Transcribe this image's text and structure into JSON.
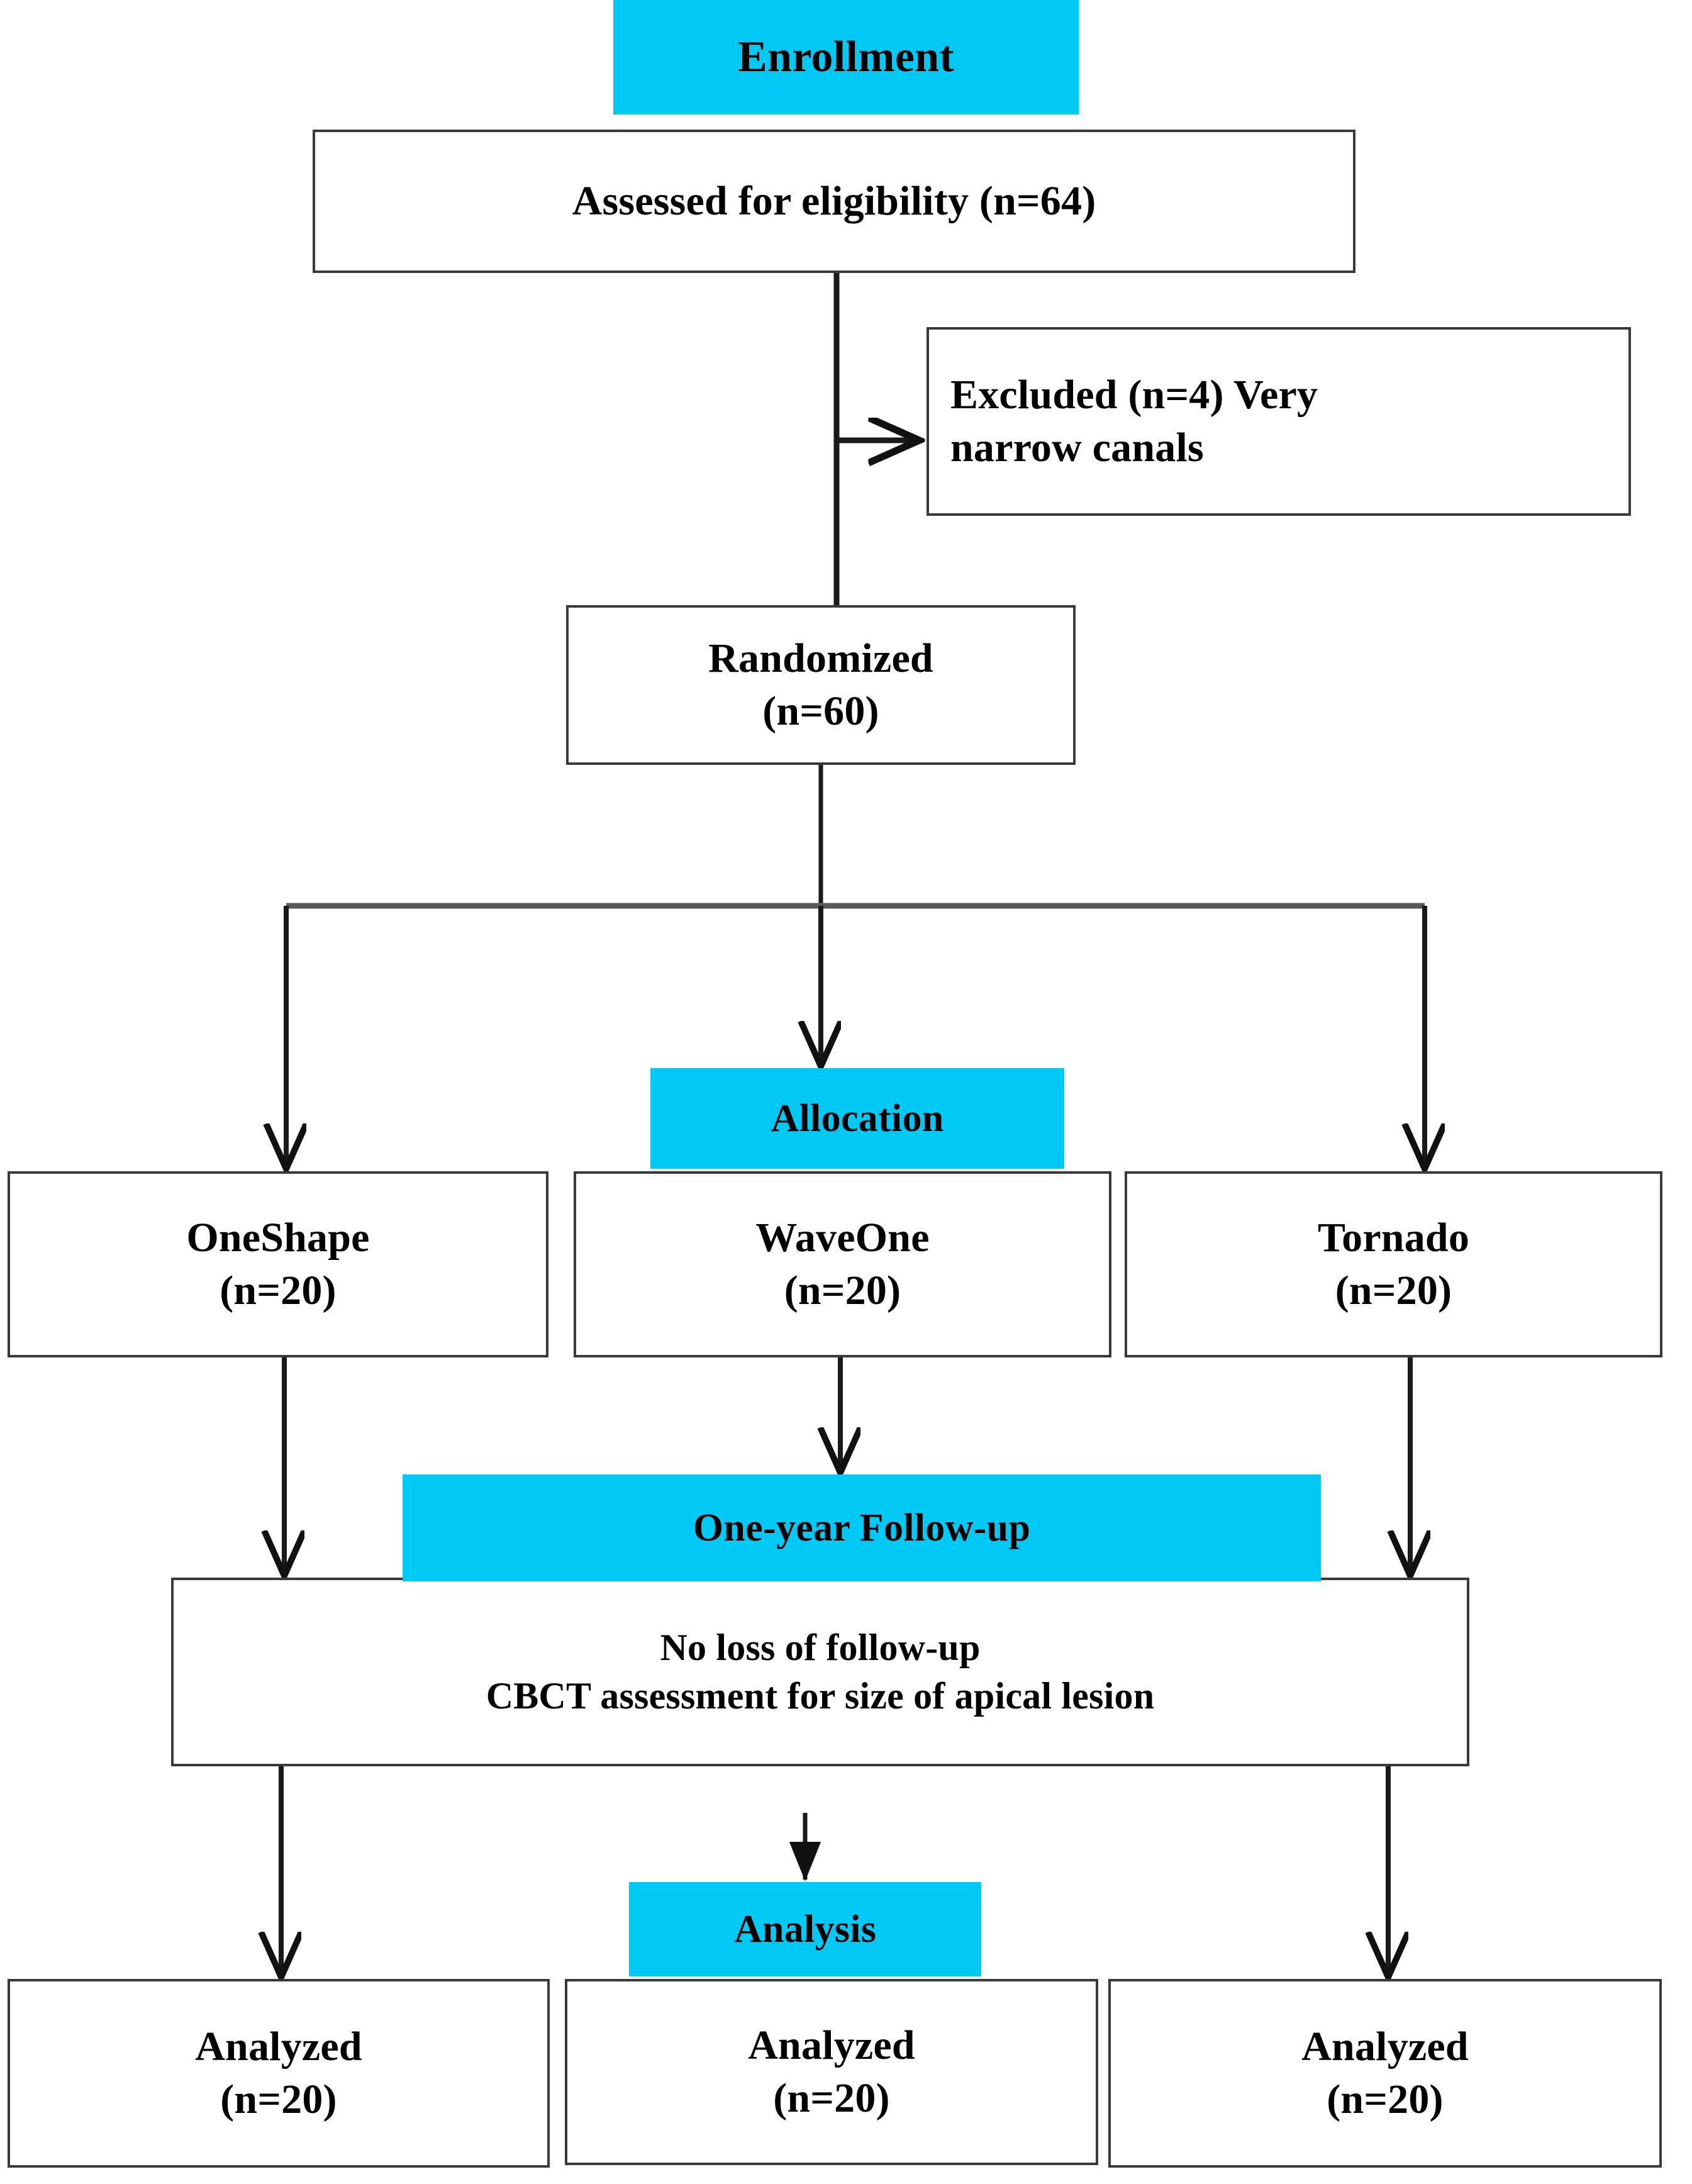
{
  "diagram": {
    "title": "CONSORT participant flow diagram",
    "accent_color": "#00c9f5",
    "box_border_color": "#3a3a3a",
    "text_color": "#000000",
    "background_color": "#ffffff"
  },
  "stages": {
    "enrollment": "Enrollment",
    "allocation": "Allocation",
    "followup": "One-year Follow-up",
    "analysis": "Analysis"
  },
  "nodes": {
    "assessed": {
      "line1": "Assessed for eligibility (n=64)"
    },
    "excluded": {
      "line1": "Excluded (n=4) Very",
      "line2": "narrow canals"
    },
    "randomized": {
      "line1": "Randomized",
      "line2": "(n=60)"
    },
    "oneshape": {
      "line1": "OneShape",
      "line2": "(n=20)"
    },
    "waveone": {
      "line1": "WaveOne",
      "line2": "(n=20)"
    },
    "tornado": {
      "line1": "Tornado",
      "line2": "(n=20)"
    },
    "followup": {
      "line1": "No loss of follow-up",
      "line2": "CBCT assessment for size of apical lesion"
    },
    "analyzed_left": {
      "line1": "Analyzed",
      "line2": "(n=20)"
    },
    "analyzed_center": {
      "line1": "Analyzed",
      "line2": "(n=20)"
    },
    "analyzed_right": {
      "line1": "Analyzed",
      "line2": "(n=20)"
    }
  },
  "counts": {
    "assessed_for_eligibility": 64,
    "excluded": 4,
    "randomized": 60,
    "oneshape_allocated": 20,
    "waveone_allocated": 20,
    "tornado_allocated": 20,
    "oneshape_analyzed": 20,
    "waveone_analyzed": 20,
    "tornado_analyzed": 20
  }
}
